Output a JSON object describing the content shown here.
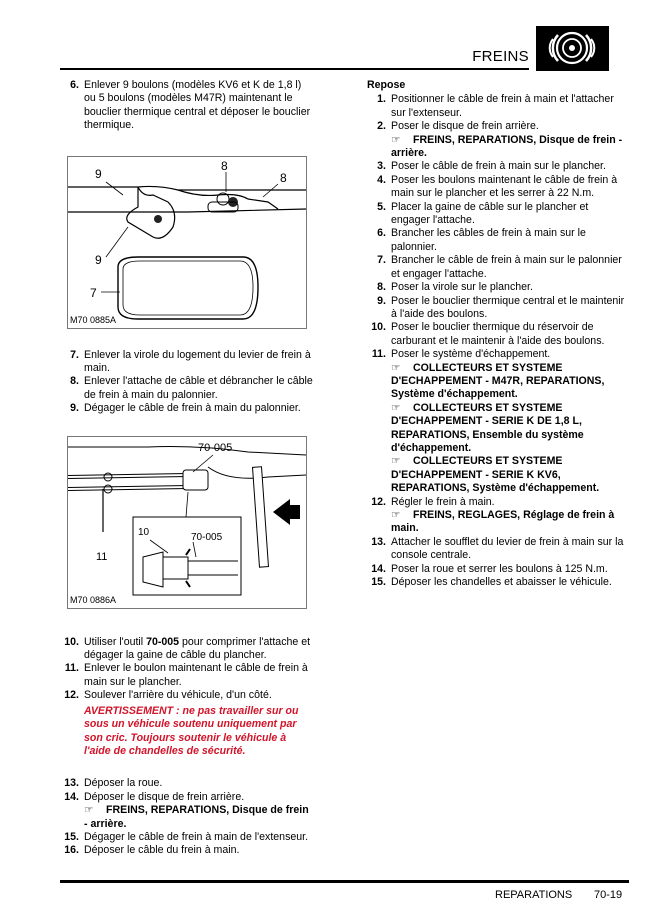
{
  "header": {
    "title": "FREINS",
    "icon": "brake-disc-icon"
  },
  "left_steps_a": [
    {
      "num": "6.",
      "text": "Enlever 9 boulons (modèles KV6 et K de 1,8 l) ou 5 boulons (modèles M47R) maintenant le bouclier thermique central et déposer le bouclier thermique."
    }
  ],
  "figure1": {
    "code": "M70 0885A",
    "labels": [
      "9",
      "8",
      "8",
      "9",
      "7"
    ]
  },
  "left_steps_b": [
    {
      "num": "7.",
      "text": "Enlever la virole du logement du levier de frein à main."
    },
    {
      "num": "8.",
      "text": "Enlever l'attache de câble et débrancher le câble de frein à main du palonnier."
    },
    {
      "num": "9.",
      "text": "Dégager le câble de frein à main du palonnier."
    }
  ],
  "figure2": {
    "code": "M70 0886A",
    "labels": [
      "70-005",
      "10",
      "70-005",
      "11"
    ]
  },
  "step10": {
    "num": "10.",
    "pre": "Utiliser l'outil ",
    "tool": "70-005",
    "post": " pour comprimer l'attache et dégager la gaine de câble du plancher."
  },
  "left_steps_c": [
    {
      "num": "11.",
      "text": "Enlever le boulon maintenant le câble de frein à main sur le plancher."
    },
    {
      "num": "12.",
      "text": "Soulever l'arrière du véhicule, d'un côté."
    }
  ],
  "warning": "AVERTISSEMENT : ne pas travailler sur ou sous un véhicule soutenu uniquement par son cric. Toujours soutenir le véhicule à l'aide de chandelles de sécurité.",
  "left_steps_d": [
    {
      "num": "13.",
      "text": "Déposer la roue."
    },
    {
      "num": "14.",
      "text": "Déposer le disque de frein arrière."
    }
  ],
  "left_ref14": "FREINS, REPARATIONS, Disque de frein - arrière.",
  "left_steps_e": [
    {
      "num": "15.",
      "text": "Dégager le câble de frein à main de l'extenseur."
    },
    {
      "num": "16.",
      "text": "Déposer le câble du frein à main."
    }
  ],
  "right": {
    "title": "Repose",
    "steps": [
      {
        "num": "1.",
        "text": "Positionner le câble de frein à main et l'attacher sur l'extenseur."
      },
      {
        "num": "2.",
        "text": "Poser le disque de frein arrière.",
        "refs": [
          "FREINS, REPARATIONS, Disque de frein - arrière."
        ]
      },
      {
        "num": "3.",
        "text": "Poser le câble de frein à main sur le plancher."
      },
      {
        "num": "4.",
        "text": "Poser les boulons maintenant le câble de frein à main sur le plancher et les serrer à 22 N.m."
      },
      {
        "num": "5.",
        "text": "Placer la gaine de câble sur le plancher et engager l'attache."
      },
      {
        "num": "6.",
        "text": "Brancher les câbles de frein à main sur le palonnier."
      },
      {
        "num": "7.",
        "text": "Brancher le câble de frein à main sur le palonnier et engager l'attache."
      },
      {
        "num": "8.",
        "text": "Poser la virole sur le plancher."
      },
      {
        "num": "9.",
        "text": "Poser le bouclier thermique central et le maintenir à l'aide des boulons."
      },
      {
        "num": "10.",
        "text": "Poser le bouclier thermique du réservoir de carburant et le maintenir à l'aide des boulons."
      },
      {
        "num": "11.",
        "text": "Poser le système d'échappement.",
        "refs": [
          "COLLECTEURS ET SYSTEME D'ECHAPPEMENT - M47R, REPARATIONS, Système d'échappement.",
          "COLLECTEURS ET SYSTEME D'ECHAPPEMENT - SERIE K DE 1,8 L, REPARATIONS, Ensemble du système d'échappement.",
          "COLLECTEURS ET SYSTEME D'ECHAPPEMENT - SERIE K KV6, REPARATIONS, Système d'échappement."
        ]
      },
      {
        "num": "12.",
        "text": "Régler le frein à main.",
        "refs": [
          "FREINS, REGLAGES, Réglage de frein à main."
        ]
      },
      {
        "num": "13.",
        "text": "Attacher le soufflet du levier de frein à main sur la console centrale."
      },
      {
        "num": "14.",
        "text": "Poser la roue et serrer les boulons à 125 N.m."
      },
      {
        "num": "15.",
        "text": "Déposer les chandelles et abaisser le véhicule."
      }
    ]
  },
  "footer": {
    "section": "REPARATIONS",
    "page": "70-19"
  }
}
